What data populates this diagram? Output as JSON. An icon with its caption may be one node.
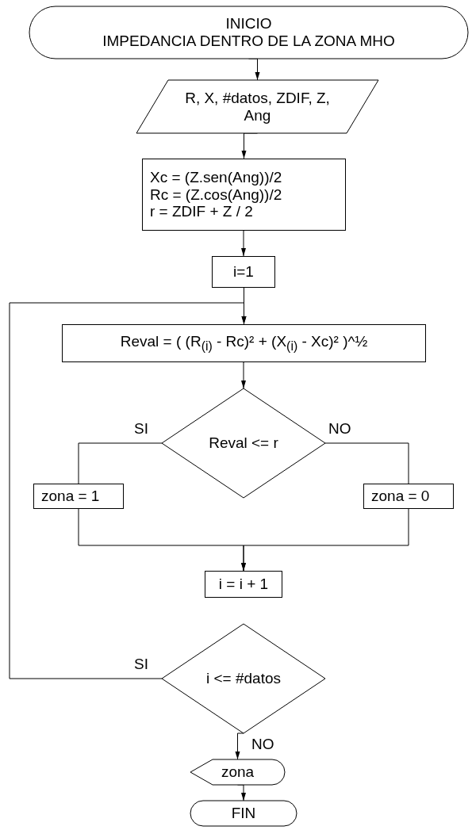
{
  "diagram": {
    "nodes": [
      {
        "text": [
          "INICIO",
          "IMPEDANCIA DENTRO DE LA ZONA MHO"
        ]
      },
      {
        "text": [
          "R, X, #datos, ZDIF, Z, Ang"
        ]
      },
      {
        "text": [
          "Xc = (Z.sen(Ang))/2",
          "Rc = (Z.cos(Ang))/2",
          "r = ZDIF + Z / 2"
        ]
      },
      {
        "text": [
          "i=1"
        ]
      },
      {
        "text": [
          "Reval = ( (R$_{(i)}$ - Rc)²  +  (X$_{(i)}$ - Xc)² )^½"
        ]
      },
      {
        "text": [
          "Reval <= r"
        ]
      },
      {
        "text": [
          "zona = 1"
        ]
      },
      {
        "text": [
          "zona = 0"
        ]
      },
      {
        "text": [
          "i = i + 1"
        ]
      },
      {
        "text": [
          "i <= #datos"
        ]
      },
      {
        "text": [
          "zona"
        ]
      },
      {
        "text": [
          "FIN"
        ]
      }
    ],
    "edges": [
      {
        "from": 0,
        "to": 1,
        "arrow": "to"
      },
      {
        "from": 1,
        "to": 2,
        "arrow": "to"
      },
      {
        "from": 2,
        "to": 3,
        "arrow": "to"
      },
      {
        "from": 3,
        "to": 4,
        "arrow": "to"
      },
      {
        "from": 4,
        "to": 5,
        "arrow": "to"
      },
      {
        "from": 5,
        "to": 6,
        "arrow": "none",
        "label": "SI"
      },
      {
        "from": 5,
        "to": 7,
        "arrow": "none",
        "label": "NO"
      },
      {
        "from": 6,
        "to": 8,
        "arrow": "to"
      },
      {
        "from": 7,
        "to": 8,
        "arrow": "to"
      },
      {
        "from": 9,
        "to": 4,
        "arrow": "to",
        "label": "SI"
      },
      {
        "from": 9,
        "to": 10,
        "arrow": "to",
        "label": "NO"
      },
      {
        "from": 10,
        "to": 11,
        "arrow": "to"
      }
    ]
  }
}
